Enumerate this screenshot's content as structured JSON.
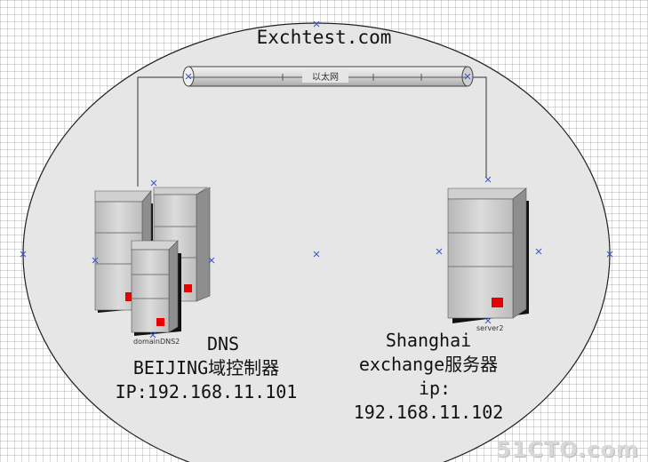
{
  "diagram": {
    "domain_name": "Exchtest.com",
    "network_label": "以太网",
    "left_group": {
      "device_label": "domainDNS2",
      "lines": [
        "DNS",
        "BEIJING域控制器",
        "IP:192.168.11.101"
      ]
    },
    "right_server": {
      "device_label": "server2",
      "lines": [
        "Shanghai",
        "exchange服务器",
        "ip:",
        "192.168.11.102"
      ]
    },
    "watermark": "51CTO.com"
  },
  "colors": {
    "domain_fill": "#e6e6e6",
    "server_face": "#c8c8c8",
    "server_side": "#8e8e8e",
    "indicator": "#e60000"
  }
}
